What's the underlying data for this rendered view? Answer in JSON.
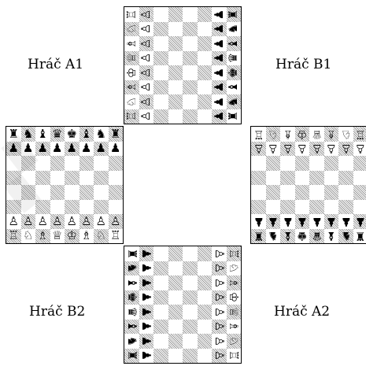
{
  "labels": {
    "a1": "Hráč A1",
    "b1": "Hráč B1",
    "b2": "Hráč B2",
    "a2": "Hráč A2"
  },
  "boards": [
    {
      "id": "board-top",
      "rotation": "90",
      "rows": [
        "rnbqkbnr",
        "pppppppp",
        "........",
        "........",
        "........",
        "........",
        "PPPPPPPP",
        "RNBQKBNR"
      ]
    },
    {
      "id": "board-left",
      "rotation": "0",
      "rows": [
        "rnbqkbnr",
        "pppppppp",
        "........",
        "........",
        "........",
        "........",
        "PPPPPPPP",
        "RNBQKBNR"
      ]
    },
    {
      "id": "board-right",
      "rotation": "180",
      "rows": [
        "rnbqkbnr",
        "pppppppp",
        "........",
        "........",
        "........",
        "........",
        "PPPPPPPP",
        "RNBQKBNR"
      ]
    },
    {
      "id": "board-bottom",
      "rotation": "270",
      "rows": [
        "rnbqkbnr",
        "pppppppp",
        "........",
        "........",
        "........",
        "........",
        "PPPPPPPP",
        "RNBQKBNR"
      ]
    }
  ],
  "piece_glyphs": {
    "K": "♔",
    "Q": "♕",
    "R": "♖",
    "B": "♗",
    "N": "♘",
    "P": "♙",
    "k": "♚",
    "q": "♛",
    "r": "♜",
    "b": "♝",
    "n": "♞",
    "p": "♟"
  }
}
